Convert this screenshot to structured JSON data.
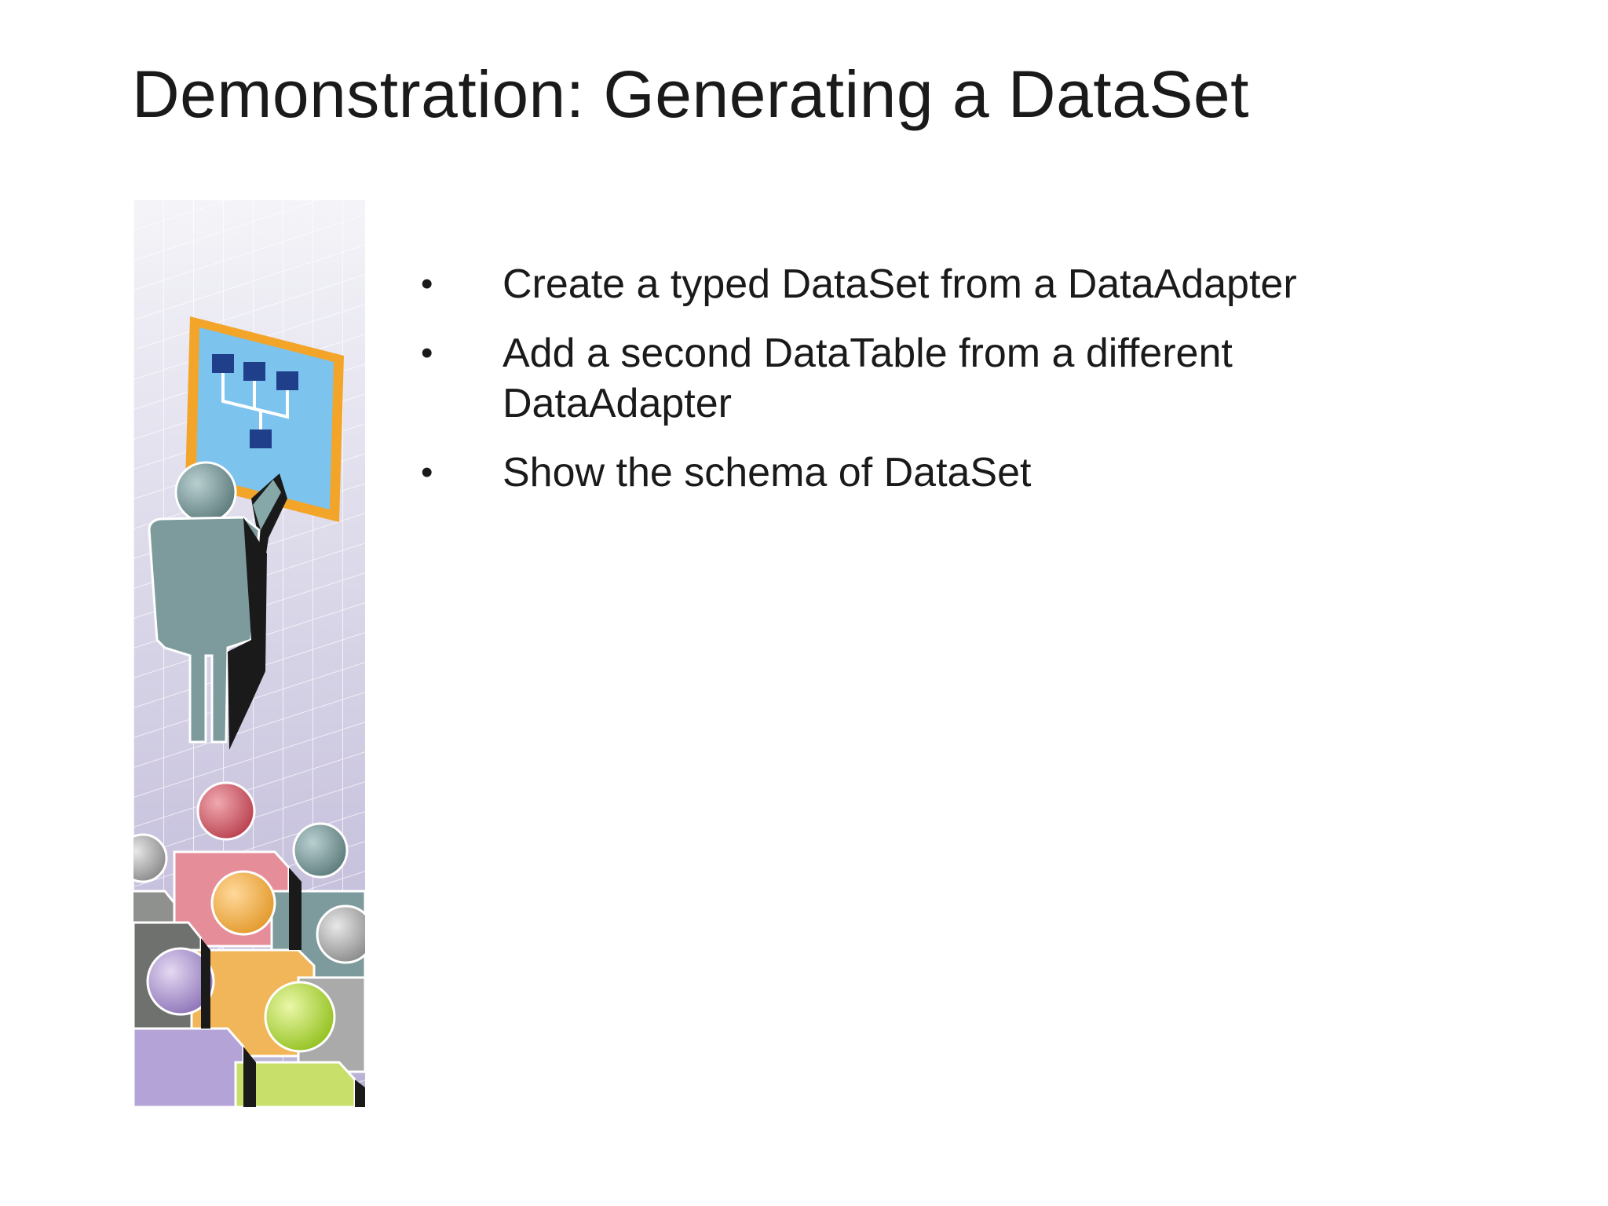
{
  "slide": {
    "title": "Demonstration: Generating a DataSet",
    "bullets": [
      {
        "marker": "•",
        "text": "Create a typed DataSet from a DataAdapter"
      },
      {
        "marker": "•",
        "text": "Add a second DataTable from a different DataAdapter"
      },
      {
        "marker": "•",
        "text": "Show the schema of DataSet"
      }
    ],
    "illustration": {
      "icon": "presenter-audience-illustration"
    }
  }
}
